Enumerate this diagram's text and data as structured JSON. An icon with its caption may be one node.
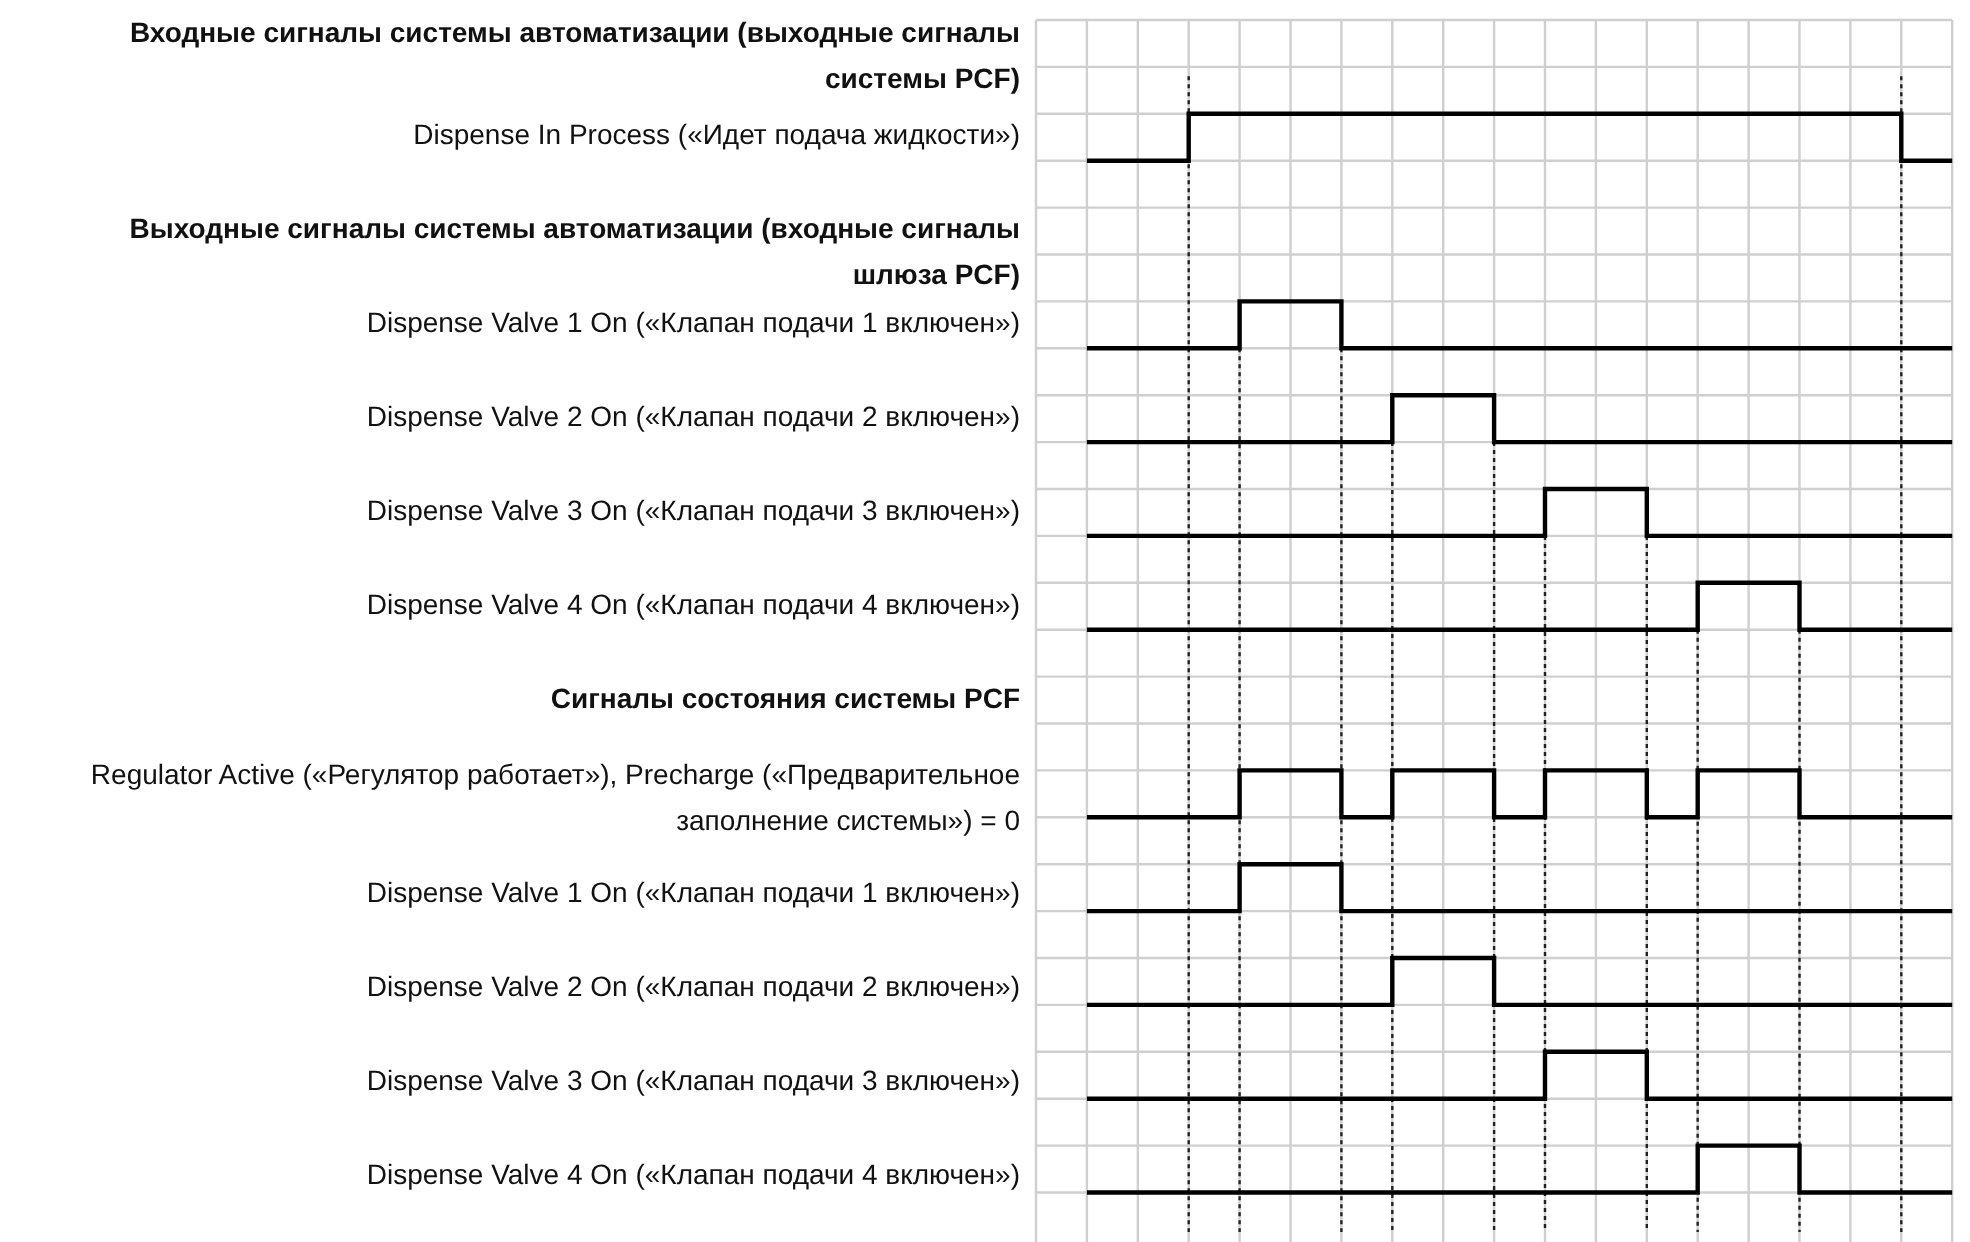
{
  "diagram": {
    "labels": [
      "Входные сигналы системы автоматизации (выходные сигналы системы PCF)",
      "Dispense In Process («Идет подача жидкости»)",
      "Выходные сигналы системы автоматизации (входные сигналы шлюза PCF)",
      "Dispense Valve 1 On («Клапан подачи 1 включен»)",
      "Dispense Valve 2 On («Клапан подачи 2 включен»)",
      "Dispense Valve 3 On («Клапан подачи 3 включен»)",
      "Dispense Valve 4 On («Клапан подачи 4 включен»)",
      "Сигналы состояния системы PCF",
      "Regulator Active («Регулятор работает»), Precharge («Предварительное заполнение системы») = 0",
      "Dispense Valve 1 On («Клапан подачи 1 включен»)",
      "Dispense Valve 2 On («Клапан подачи 2 включен»)",
      "Dispense Valve 3 On («Клапан подачи 3 включен»)",
      "Dispense Valve 4 On («Клапан подачи 4 включен»)"
    ]
  }
}
